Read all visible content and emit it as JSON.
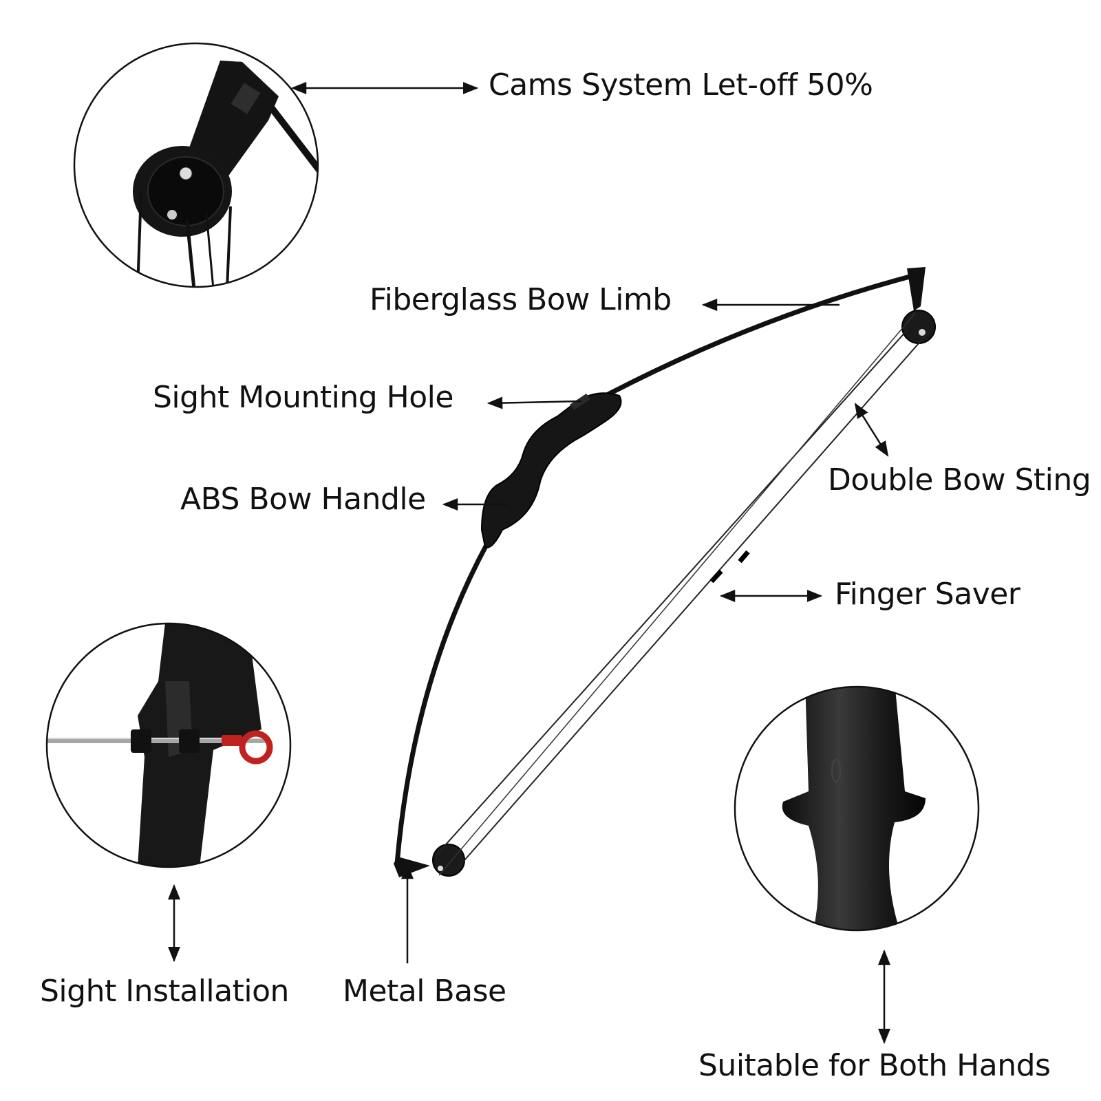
{
  "labels": {
    "cams": "Cams System Let-off 50%",
    "limb": "Fiberglass Bow Limb",
    "sight_hole": "Sight Mounting Hole",
    "handle": "ABS Bow Handle",
    "string": "Double Bow Sting",
    "finger_saver": "Finger Saver",
    "sight_install": "Sight Installation",
    "metal_base": "Metal Base",
    "both_hands": "Suitable for Both Hands"
  },
  "colors": {
    "bow": "#111111",
    "line": "#111111",
    "accent": "#c0221f",
    "rod": "#9a9a9a"
  }
}
